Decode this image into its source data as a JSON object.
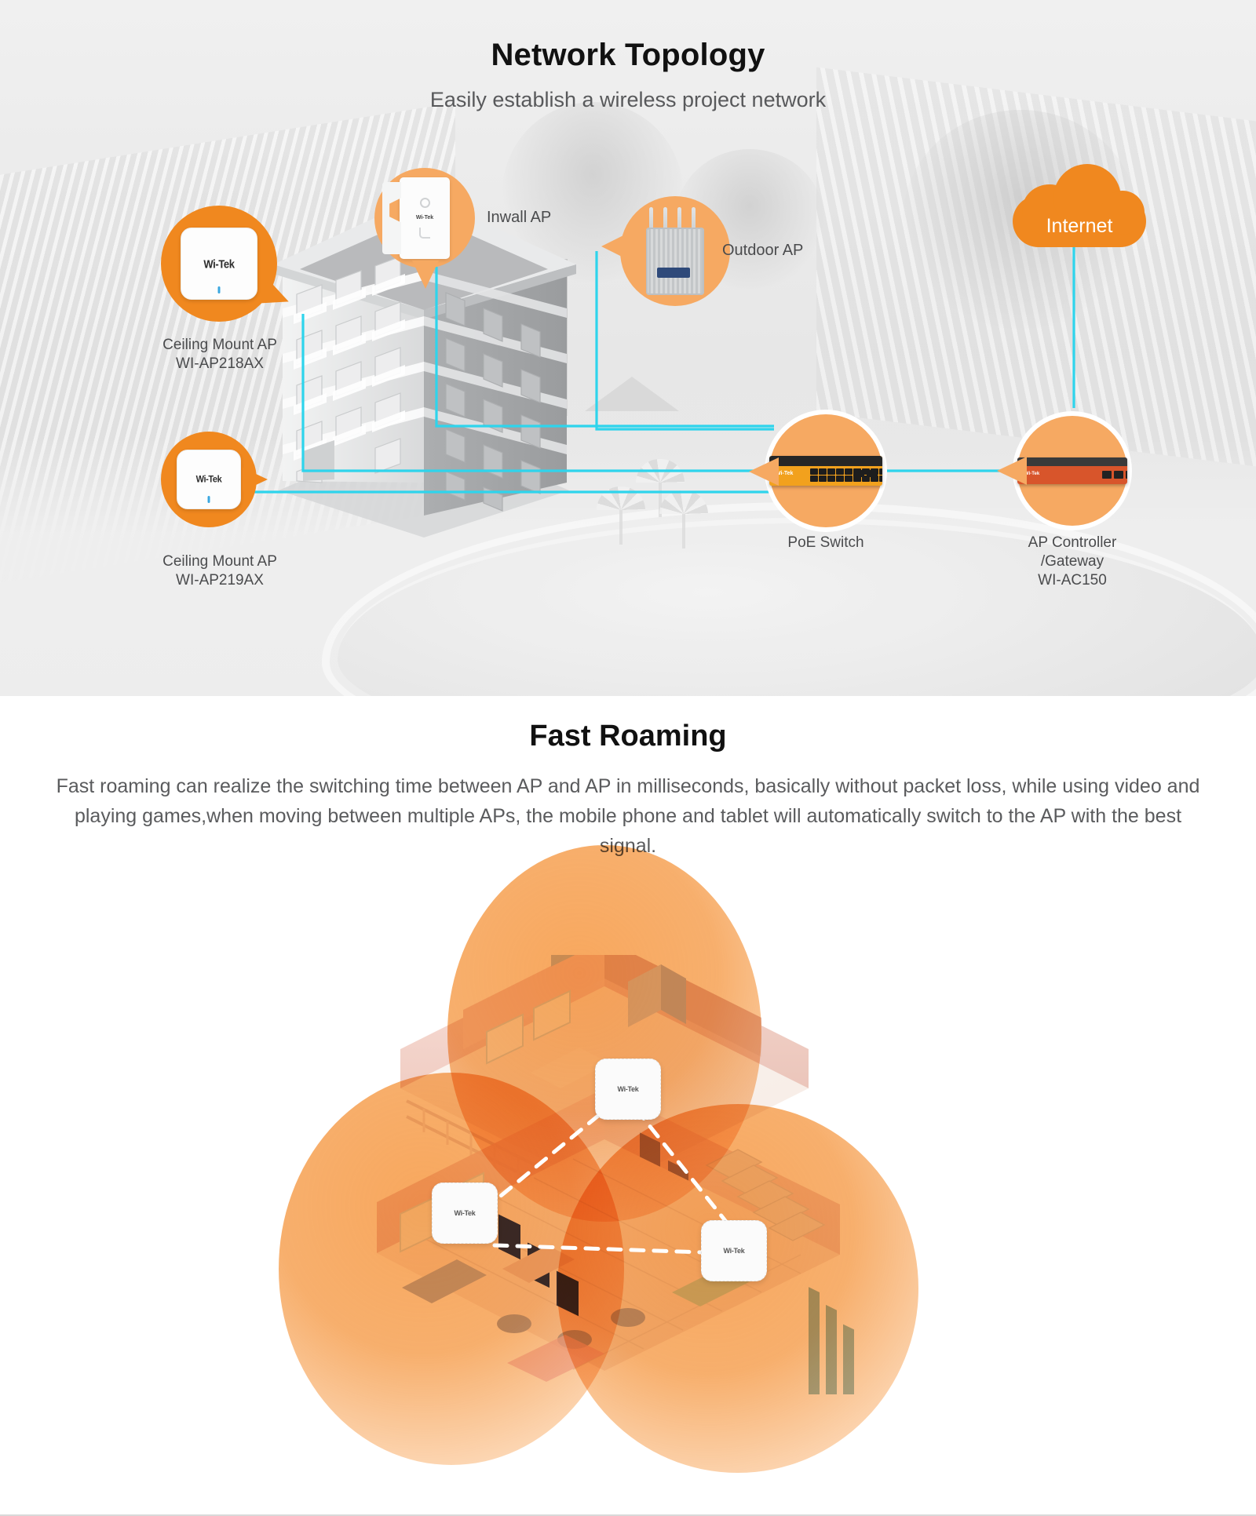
{
  "topology": {
    "title": "Network Topology",
    "subtitle": "Easily establish a wireless project network",
    "nodes": {
      "ceiling_ap_1": {
        "label": "Ceiling Mount AP\nWI-AP218AX",
        "name": "Ceiling Mount AP",
        "model": "WI-AP218AX",
        "bubble_color": "#F0881F"
      },
      "inwall_ap": {
        "label": "Inwall AP",
        "bubble_color": "#F6A962"
      },
      "outdoor_ap": {
        "label": "Outdoor AP",
        "bubble_color": "#F6A962"
      },
      "internet": {
        "label": "Internet",
        "color": "#F0881F"
      },
      "ceiling_ap_2": {
        "label": "Ceiling Mount AP\nWI-AP219AX",
        "name": "Ceiling Mount AP",
        "model": "WI-AP219AX",
        "bubble_color": "#F0881F"
      },
      "poe_switch": {
        "label": "PoE Switch",
        "bubble_color": "#F6A962",
        "device_color": "#F2A11D"
      },
      "ap_controller": {
        "label": "AP Controller\n/Gateway\nWI-AC150",
        "name": "AP Controller",
        "sub": "/Gateway",
        "model": "WI-AC150",
        "bubble_color": "#F6A962",
        "device_color": "#D8552B"
      }
    },
    "brand": "Wi-Tek",
    "link_color": "#2ED4EC"
  },
  "roaming": {
    "title": "Fast Roaming",
    "body": "Fast roaming can realize the switching time between AP and AP in milliseconds, basically without packet loss, while using video and playing games,when moving between multiple APs, the mobile phone and tablet will automatically switch to the AP with the best signal.",
    "ap_brand": "Wi-Tek",
    "coverage_color": "#F5A049",
    "ap_count": 3
  }
}
